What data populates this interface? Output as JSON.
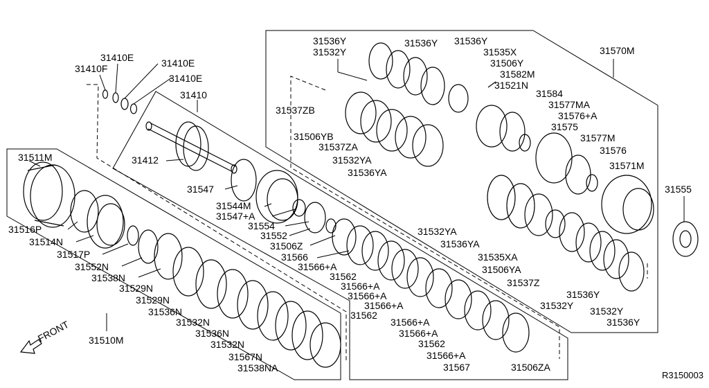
{
  "diagram": {
    "part_labels": [
      "31410F",
      "31410E",
      "31410E",
      "31410E",
      "31410",
      "31412",
      "31547",
      "31544M",
      "31547+A",
      "31554",
      "31552",
      "31511M",
      "31516P",
      "31514N",
      "31517P",
      "31552N",
      "31538N",
      "31529N",
      "31529N",
      "31536N",
      "31532N",
      "31536N",
      "31532N",
      "31567N",
      "31538NA",
      "31510M",
      "31506Z",
      "31566",
      "31566+A",
      "31562",
      "31566+A",
      "31566+A",
      "31566+A",
      "31562",
      "31566+A",
      "31566+A",
      "31562",
      "31566+A",
      "31567",
      "31506ZA",
      "31536Y",
      "31532Y",
      "31536Y",
      "31536Y",
      "31535X",
      "31506Y",
      "31582M",
      "31521N",
      "31584",
      "31577MA",
      "31576+A",
      "31575",
      "31577M",
      "31576",
      "31571M",
      "31570M",
      "31555",
      "31537ZB",
      "31506YB",
      "31537ZA",
      "31532YA",
      "31536YA",
      "31532YA",
      "31536YA",
      "31535XA",
      "31506YA",
      "31537Z",
      "31536Y",
      "31532Y",
      "31532Y",
      "31536Y"
    ],
    "direction_label": "FRONT",
    "drawing_id": "R3150003"
  }
}
